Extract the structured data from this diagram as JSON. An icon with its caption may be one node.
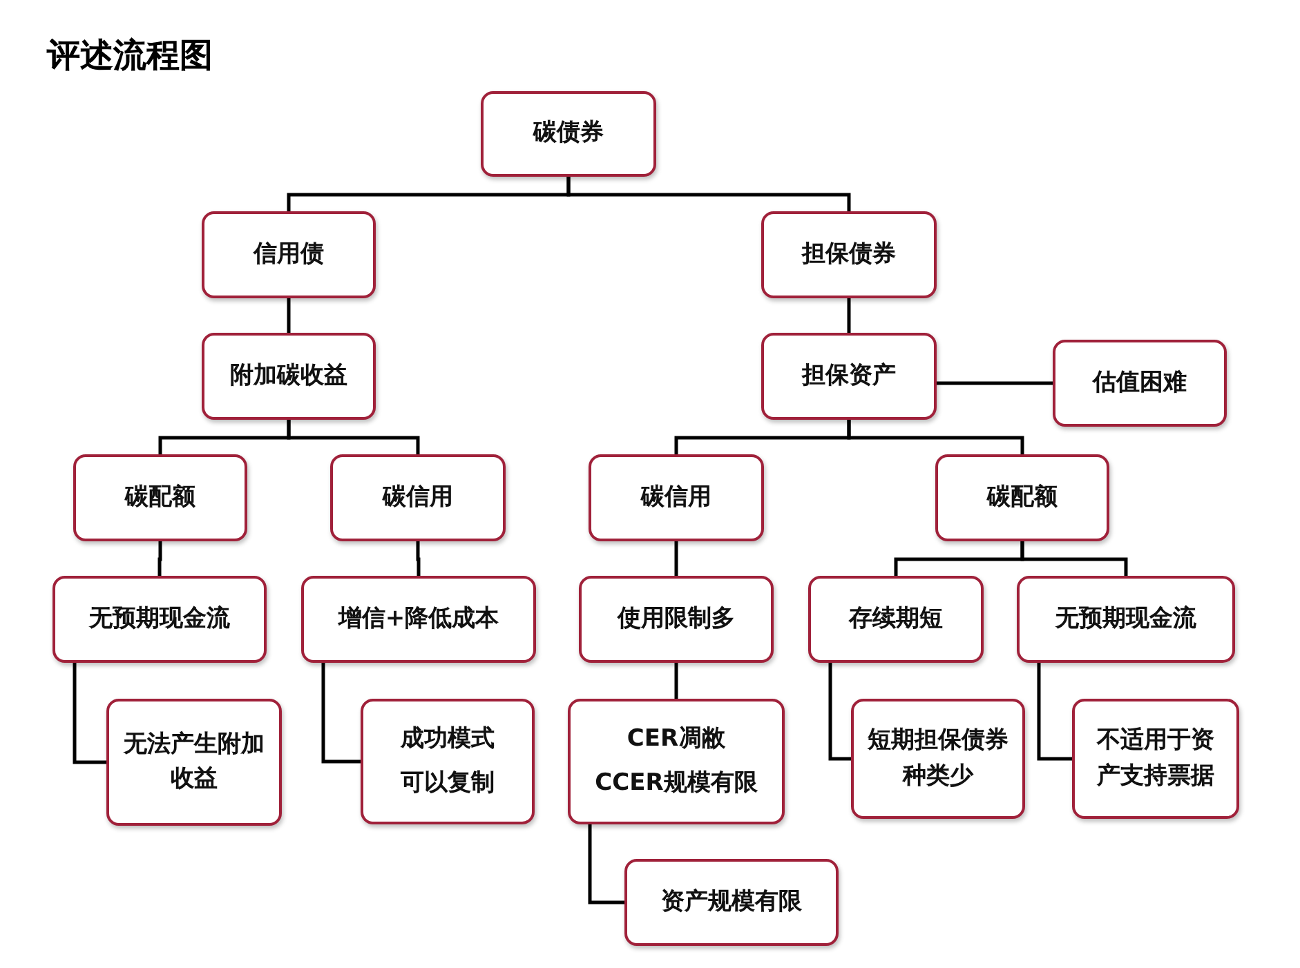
{
  "diagram": {
    "title": "评述流程图",
    "nodes": [
      {
        "text": [
          "碳债券"
        ]
      },
      {
        "text": [
          "信用债"
        ]
      },
      {
        "text": [
          "担保债券"
        ]
      },
      {
        "text": [
          "附加碳收益"
        ]
      },
      {
        "text": [
          "担保资产"
        ]
      },
      {
        "text": [
          "估值困难"
        ]
      },
      {
        "text": [
          "碳配额"
        ]
      },
      {
        "text": [
          "碳信用"
        ]
      },
      {
        "text": [
          "碳信用"
        ]
      },
      {
        "text": [
          "碳配额"
        ]
      },
      {
        "text": [
          "无预期现金流"
        ]
      },
      {
        "text": [
          "增信+降低成本"
        ]
      },
      {
        "text": [
          "使用限制多"
        ]
      },
      {
        "text": [
          "存续期短"
        ]
      },
      {
        "text": [
          "无预期现金流"
        ]
      },
      {
        "text": [
          "无法产生附加收益"
        ]
      },
      {
        "text": [
          "成功模式",
          "可以复制"
        ]
      },
      {
        "text": [
          "CER凋敝",
          "CCER规模有限"
        ]
      },
      {
        "text": [
          "短期担保债券种类少"
        ]
      },
      {
        "text": [
          "不适用于资产支持票据"
        ]
      },
      {
        "text": [
          "资产规模有限"
        ]
      }
    ],
    "edges": [
      {
        "from": 0,
        "to": 1,
        "arrow": "none"
      },
      {
        "from": 0,
        "to": 2,
        "arrow": "none"
      },
      {
        "from": 1,
        "to": 3,
        "arrow": "none"
      },
      {
        "from": 2,
        "to": 4,
        "arrow": "none"
      },
      {
        "from": 4,
        "to": 5,
        "arrow": "none"
      },
      {
        "from": 3,
        "to": 6,
        "arrow": "none"
      },
      {
        "from": 3,
        "to": 7,
        "arrow": "none"
      },
      {
        "from": 4,
        "to": 8,
        "arrow": "none"
      },
      {
        "from": 4,
        "to": 9,
        "arrow": "none"
      },
      {
        "from": 6,
        "to": 10,
        "arrow": "none"
      },
      {
        "from": 7,
        "to": 11,
        "arrow": "none"
      },
      {
        "from": 8,
        "to": 12,
        "arrow": "none"
      },
      {
        "from": 9,
        "to": 13,
        "arrow": "none"
      },
      {
        "from": 9,
        "to": 14,
        "arrow": "none"
      },
      {
        "from": 10,
        "to": 15,
        "arrow": "none"
      },
      {
        "from": 11,
        "to": 16,
        "arrow": "none"
      },
      {
        "from": 12,
        "to": 17,
        "arrow": "none"
      },
      {
        "from": 13,
        "to": 18,
        "arrow": "none"
      },
      {
        "from": 14,
        "to": 19,
        "arrow": "none"
      },
      {
        "from": 17,
        "to": 20,
        "arrow": "none"
      }
    ]
  }
}
